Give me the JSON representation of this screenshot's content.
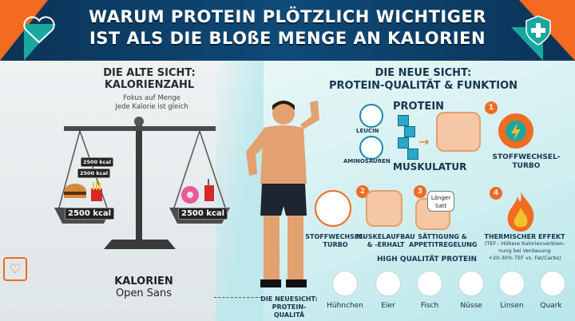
{
  "header": {
    "title_line1": "WARUM PROTEIN PLÖTZLICH WICHTIGER",
    "title_line2": "IST ALS DIE BLOßE MENGE AN KALORIEN"
  },
  "old_view": {
    "heading_line1": "DIE ALTE SICHT:",
    "heading_line2": "KALORIENZAHL",
    "sub_line1": "Fokus auf Menge",
    "sub_line2": "Jede Kalorie ist gleich",
    "kcal_labels": [
      "2500 kcal",
      "2500 kcal",
      "2500 kcal",
      "2500 kcal"
    ],
    "kalorien_label": "KALORIEN",
    "font_label": "Open Sans"
  },
  "new_view": {
    "heading_line1": "DIE NEUE SICHT:",
    "heading_line2": "PROTEIN-QUALITÄT & FUNKTION",
    "protein_label": "PROTEIN",
    "leucin_label": "LEUCIN",
    "aminosaeuren_label": "AMINOSÄUREN",
    "muskulatur_label": "MUSKULATUR",
    "neuesicht_line1": "DIE NEUESICHT:",
    "neuesicht_line2": "PROTEIN-QUALITÄ",
    "bubble_line1": "Länger",
    "bubble_line2": "Satt",
    "benefits": [
      {
        "num": "1",
        "line1": "STOFFWECHSEL-",
        "line2": "TURBO"
      },
      {
        "num": "2",
        "line1": "MUSKELAUFBAU",
        "line2": "& -ERHALT"
      },
      {
        "num": "3",
        "line1": "SÄTTIGUNG &",
        "line2": "APPETITREGELUNG"
      },
      {
        "num": "4",
        "line1": "THERMISCHER EFFEKT",
        "line2": "(TEF - Höhere Kalorienverbren-",
        "line3": "nung bei Verdauung",
        "line4": "+20-30% TEF vs. Fat/Carbs)"
      }
    ],
    "stoff_left_line1": "STOFFWECHSEL-",
    "stoff_left_line2": "TURBO",
    "high_quality_label": "HIGH QUALITÄT PROTEIN",
    "foods": [
      "Hühnchen",
      "Eier",
      "Fisch",
      "Nüsse",
      "Linsen",
      "Quark"
    ]
  },
  "colors": {
    "orange": "#f26b21",
    "teal": "#19a7a0",
    "navy": "#0b3356"
  }
}
